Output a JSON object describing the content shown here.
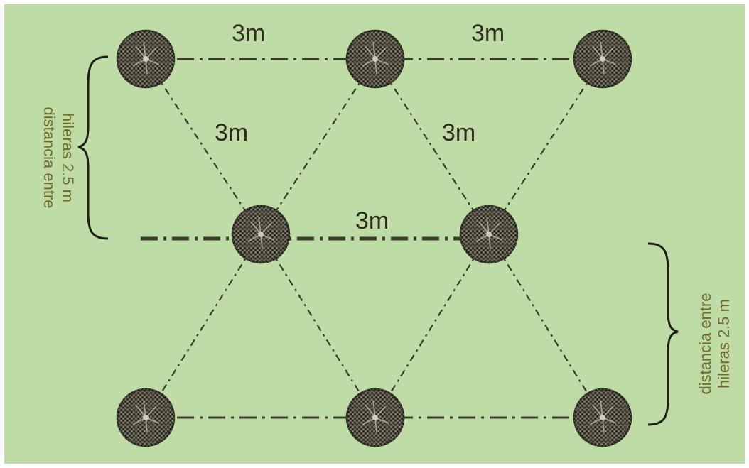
{
  "diagram": {
    "spacing_label": "3m",
    "row_note_line1": "distancia entre",
    "row_note_line2": "hileras 2.5 m",
    "colors": {
      "background": "#bfdba6",
      "frame": "#ffffff",
      "line": "#3b3b2c",
      "tree_dark": "#2d2b22",
      "tree_light": "#8a8878",
      "note": "#6e6a2a"
    }
  }
}
